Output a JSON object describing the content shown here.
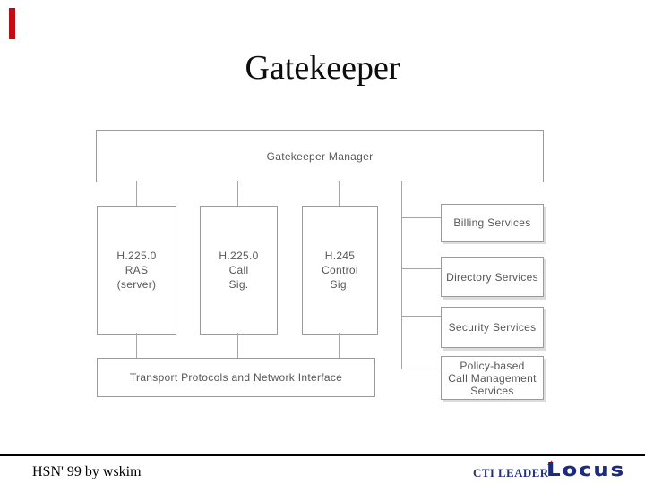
{
  "slide": {
    "title": "Gatekeeper",
    "accent_bar_color": "#c00a14",
    "background_color": "#ffffff"
  },
  "diagram": {
    "colors": {
      "box_border": "#9b9b9b",
      "box_text": "#57575a",
      "connector": "#a5a5a5",
      "service_box_shadow": "#dcdcdc"
    },
    "manager": {
      "label": "Gatekeeper Manager"
    },
    "protocol_boxes": [
      {
        "lines": [
          "H.225.0",
          "RAS",
          "(server)"
        ]
      },
      {
        "lines": [
          "H.225.0",
          "Call",
          "Sig."
        ]
      },
      {
        "lines": [
          "H.245",
          "Control",
          "Sig."
        ]
      }
    ],
    "service_boxes": [
      {
        "lines": [
          "Billing Services"
        ]
      },
      {
        "lines": [
          "Directory Services"
        ]
      },
      {
        "lines": [
          "Security Services"
        ]
      },
      {
        "lines": [
          "Policy-based",
          "Call Management",
          "Services"
        ]
      }
    ],
    "transport": {
      "label": "Transport Protocols and Network Interface"
    }
  },
  "footer": {
    "left_text": "HSN' 99 by wskim",
    "cti_label": "CTI LEADER",
    "logo_text": "Locus",
    "navy_color": "#1c2b7a",
    "logo_accent_color": "#d01e1e"
  }
}
